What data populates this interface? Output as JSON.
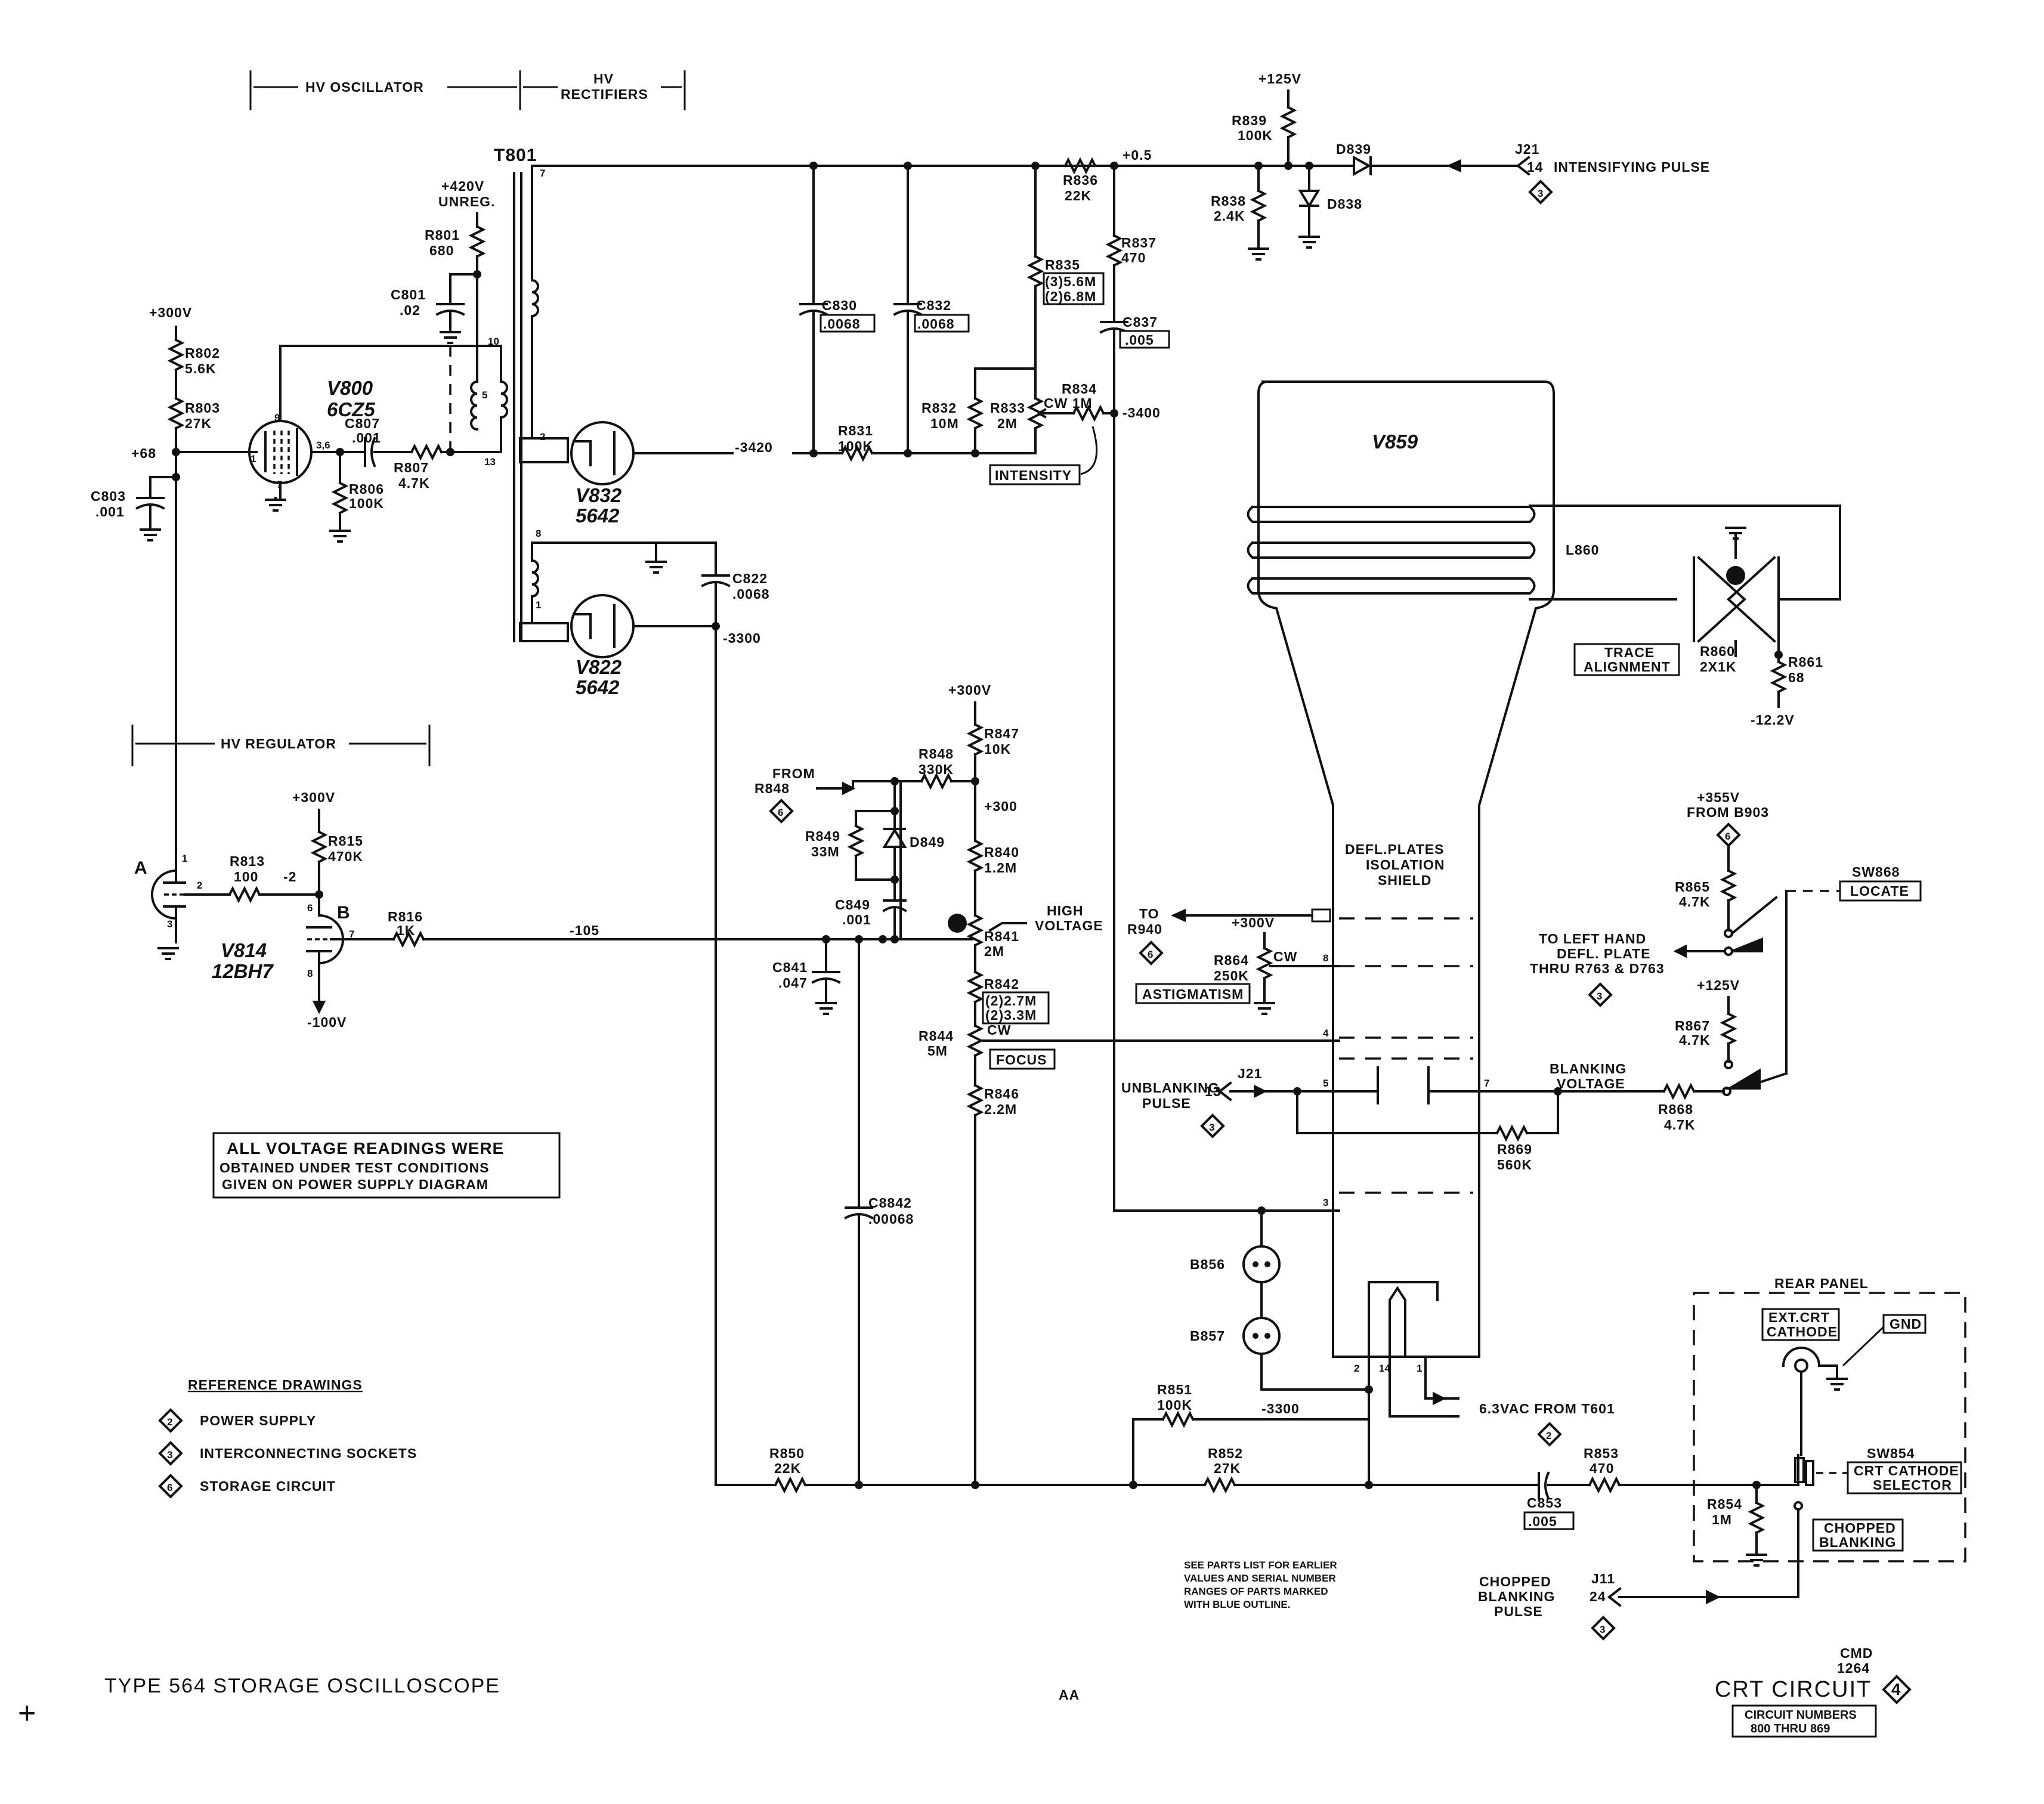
{
  "header_spans": {
    "hv_oscillator": "HV OSCILLATOR",
    "hv_rectifiers_1": "HV",
    "hv_rectifiers_2": "RECTIFIERS",
    "hv_regulator": "HV REGULATOR"
  },
  "supplies": {
    "plus420_1": "+420V",
    "plus420_2": "UNREG.",
    "plus300_a": "+300V",
    "plus300_b": "+300V",
    "plus300_c": "+300V",
    "plus125_top": "+125V",
    "plus125_b": "+125V",
    "minus100": "-100V",
    "minus12": "-12.2V",
    "plus355_1": "+355V",
    "plus355_2": "FROM B903"
  },
  "nodes": {
    "plus68": "+68",
    "v_n3420": "-3420",
    "v_n3400": "-3400",
    "v_n3300a": "-3300",
    "v_n3300b": "-3300",
    "v_n105": "-105",
    "v_n2": "-2",
    "v_p05": "+0.5",
    "v_p300": "+300"
  },
  "tubes": {
    "v800_name": "V800",
    "v800_type": "6CZ5",
    "v832_name": "V832",
    "v832_type": "5642",
    "v822_name": "V822",
    "v822_type": "5642",
    "v814_name": "V814",
    "v814_type": "12BH7",
    "v859_name": "V859",
    "t801": "T801",
    "l860": "L860"
  },
  "components": {
    "r801": "R801",
    "r801v": "680",
    "r802": "R802",
    "r802v": "5.6K",
    "r803": "R803",
    "r803v": "27K",
    "c801": "C801",
    "c801v": ".02",
    "c803": "C803",
    "c803v": ".001",
    "c807": "C807",
    "c807v": ".001",
    "r807": "R807",
    "r807v": "4.7K",
    "r806": "R806",
    "r806v": "100K",
    "c830": "C830",
    "c830v": ".0068",
    "c832": "C832",
    "c832v": ".0068",
    "r831": "R831",
    "r831v": "100K",
    "r832": "R832",
    "r832v": "10M",
    "r833": "R833",
    "r833v": "2M",
    "r834": "R834",
    "r834v": "CW 1M",
    "r835": "R835",
    "r835v1": "(3)5.6M",
    "r835v2": "(2)6.8M",
    "r836": "R836",
    "r836v": "22K",
    "r837": "R837",
    "r837v": "470",
    "c837": "C837",
    "c837v": ".005",
    "r838": "R838",
    "r838v": "2.4K",
    "r839": "R839",
    "r839v": "100K",
    "d838": "D838",
    "d839": "D839",
    "c822": "C822",
    "c822v": ".0068",
    "r813": "R813",
    "r813v": "100",
    "r815": "R815",
    "r815v": "470K",
    "r816": "R816",
    "r816v": "1K",
    "r847": "R847",
    "r847v": "10K",
    "r848": "R848",
    "r848v": "330K",
    "r849": "R849",
    "r849v": "33M",
    "d849": "D849",
    "c849": "C849",
    "c849v": ".001",
    "c841": "C841",
    "c841v": ".047",
    "r840": "R840",
    "r840v": "1.2M",
    "r841": "R841",
    "r841v": "2M",
    "r842": "R842",
    "r842v1": "(2)2.7M",
    "r842v2": "(2)3.3M",
    "r844": "R844",
    "r844v": "5M",
    "r846": "R846",
    "r846v": "2.2M",
    "c8842": "C8842",
    "c8842v": ".00068",
    "r850": "R850",
    "r850v": "22K",
    "r851": "R851",
    "r851v": "100K",
    "r852": "R852",
    "r852v": "27K",
    "c853": "C853",
    "c853v": ".005",
    "r853": "R853",
    "r853v": "470",
    "r854": "R854",
    "r854v": "1M",
    "r860": "R860",
    "r860v": "2X1K",
    "r861": "R861",
    "r861v": "68",
    "r864": "R864",
    "r864v": "250K",
    "r865": "R865",
    "r865v": "4.7K",
    "r867": "R867",
    "r867v": "4.7K",
    "r868": "R868",
    "r868v": "4.7K",
    "r869": "R869",
    "r869v": "560K",
    "b856": "B856",
    "b857": "B857",
    "sw868": "SW868",
    "sw854": "SW854",
    "cw": "CW"
  },
  "controls": {
    "intensity": "INTENSITY",
    "trace_alignment_1": "TRACE",
    "trace_alignment_2": "ALIGNMENT",
    "astigmatism": "ASTIGMATISM",
    "focus": "FOCUS",
    "locate": "LOCATE",
    "high_voltage_1": "HIGH",
    "high_voltage_2": "VOLTAGE",
    "crt_cathode_selector_1": "CRT CATHODE",
    "crt_cathode_selector_2": "SELECTOR",
    "chopped_blanking_1": "CHOPPED",
    "chopped_blanking_2": "BLANKING"
  },
  "connectors": {
    "j21_top": "J21",
    "j21_top_pin": "14",
    "intensifying_pulse": "INTENSIFYING PULSE",
    "j21_mid": "J21",
    "j21_mid_pin": "13",
    "unblanking_1": "UNBLANKING",
    "unblanking_2": "PULSE",
    "j11": "J11",
    "j11_pin": "24",
    "chopped_pulse_1": "CHOPPED",
    "chopped_pulse_2": "BLANKING",
    "chopped_pulse_3": "PULSE",
    "from_r848_1": "FROM",
    "from_r848_2": "R848",
    "to_r940_1": "TO",
    "to_r940_2": "R940",
    "left_plate_1": "TO LEFT HAND",
    "left_plate_2": "DEFL. PLATE",
    "left_plate_3": "THRU R763 & D763",
    "defl_1": "DEFL.PLATES",
    "defl_2": "ISOLATION",
    "defl_3": "SHIELD",
    "blanking_v_1": "BLANKING",
    "blanking_v_2": "VOLTAGE",
    "heater": "6.3VAC FROM T601",
    "rear_panel": "REAR PANEL",
    "ext_crt_1": "EXT.CRT",
    "ext_crt_2": "CATHODE",
    "gnd": "GND"
  },
  "pins": {
    "t7": "7",
    "t10": "10",
    "t5": "5",
    "t13": "13",
    "t2": "2",
    "t8": "8",
    "t1": "1",
    "v800_9": "9",
    "v800_1": "1",
    "v800_36": "3,6",
    "v800_7": "7",
    "v814_1": "1",
    "v814_2": "2",
    "v814_3": "3",
    "v814_6": "6",
    "v814_7": "7",
    "v814_8": "8",
    "v814_a": "A",
    "v814_b": "B",
    "crt_8": "8",
    "crt_4": "4",
    "crt_5": "5",
    "crt_7": "7",
    "crt_3": "3",
    "crt_2": "2",
    "crt_14": "14",
    "crt_1": "1"
  },
  "diamonds": {
    "d6a": "6",
    "d6b": "6",
    "d6c": "6",
    "d3a": "3",
    "d3b": "3",
    "d3c": "3",
    "d3d": "3",
    "d2a": "2"
  },
  "note_box": {
    "line1": "ALL VOLTAGE READINGS WERE",
    "line2": "OBTAINED UNDER TEST CONDITIONS",
    "line3": "GIVEN ON POWER SUPPLY DIAGRAM"
  },
  "reference_drawings": {
    "title": "REFERENCE DRAWINGS",
    "items": [
      {
        "num": "2",
        "label": "POWER SUPPLY"
      },
      {
        "num": "3",
        "label": "INTERCONNECTING SOCKETS"
      },
      {
        "num": "6",
        "label": "STORAGE CIRCUIT"
      }
    ]
  },
  "parts_note": {
    "line1": "SEE PARTS LIST FOR EARLIER",
    "line2": "VALUES AND SERIAL NUMBER",
    "line3": "RANGES OF PARTS MARKED",
    "line4": "WITH BLUE OUTLINE."
  },
  "footer": {
    "instrument": "TYPE 564 STORAGE OSCILLOSCOPE",
    "mark": "AA",
    "cmd": "CMD",
    "date": "1264",
    "diagram_title": "CRT CIRCUIT",
    "diagram_num": "4",
    "circuit_numbers_1": "CIRCUIT NUMBERS",
    "circuit_numbers_2": "800 THRU 869",
    "reg_mark": "+"
  }
}
